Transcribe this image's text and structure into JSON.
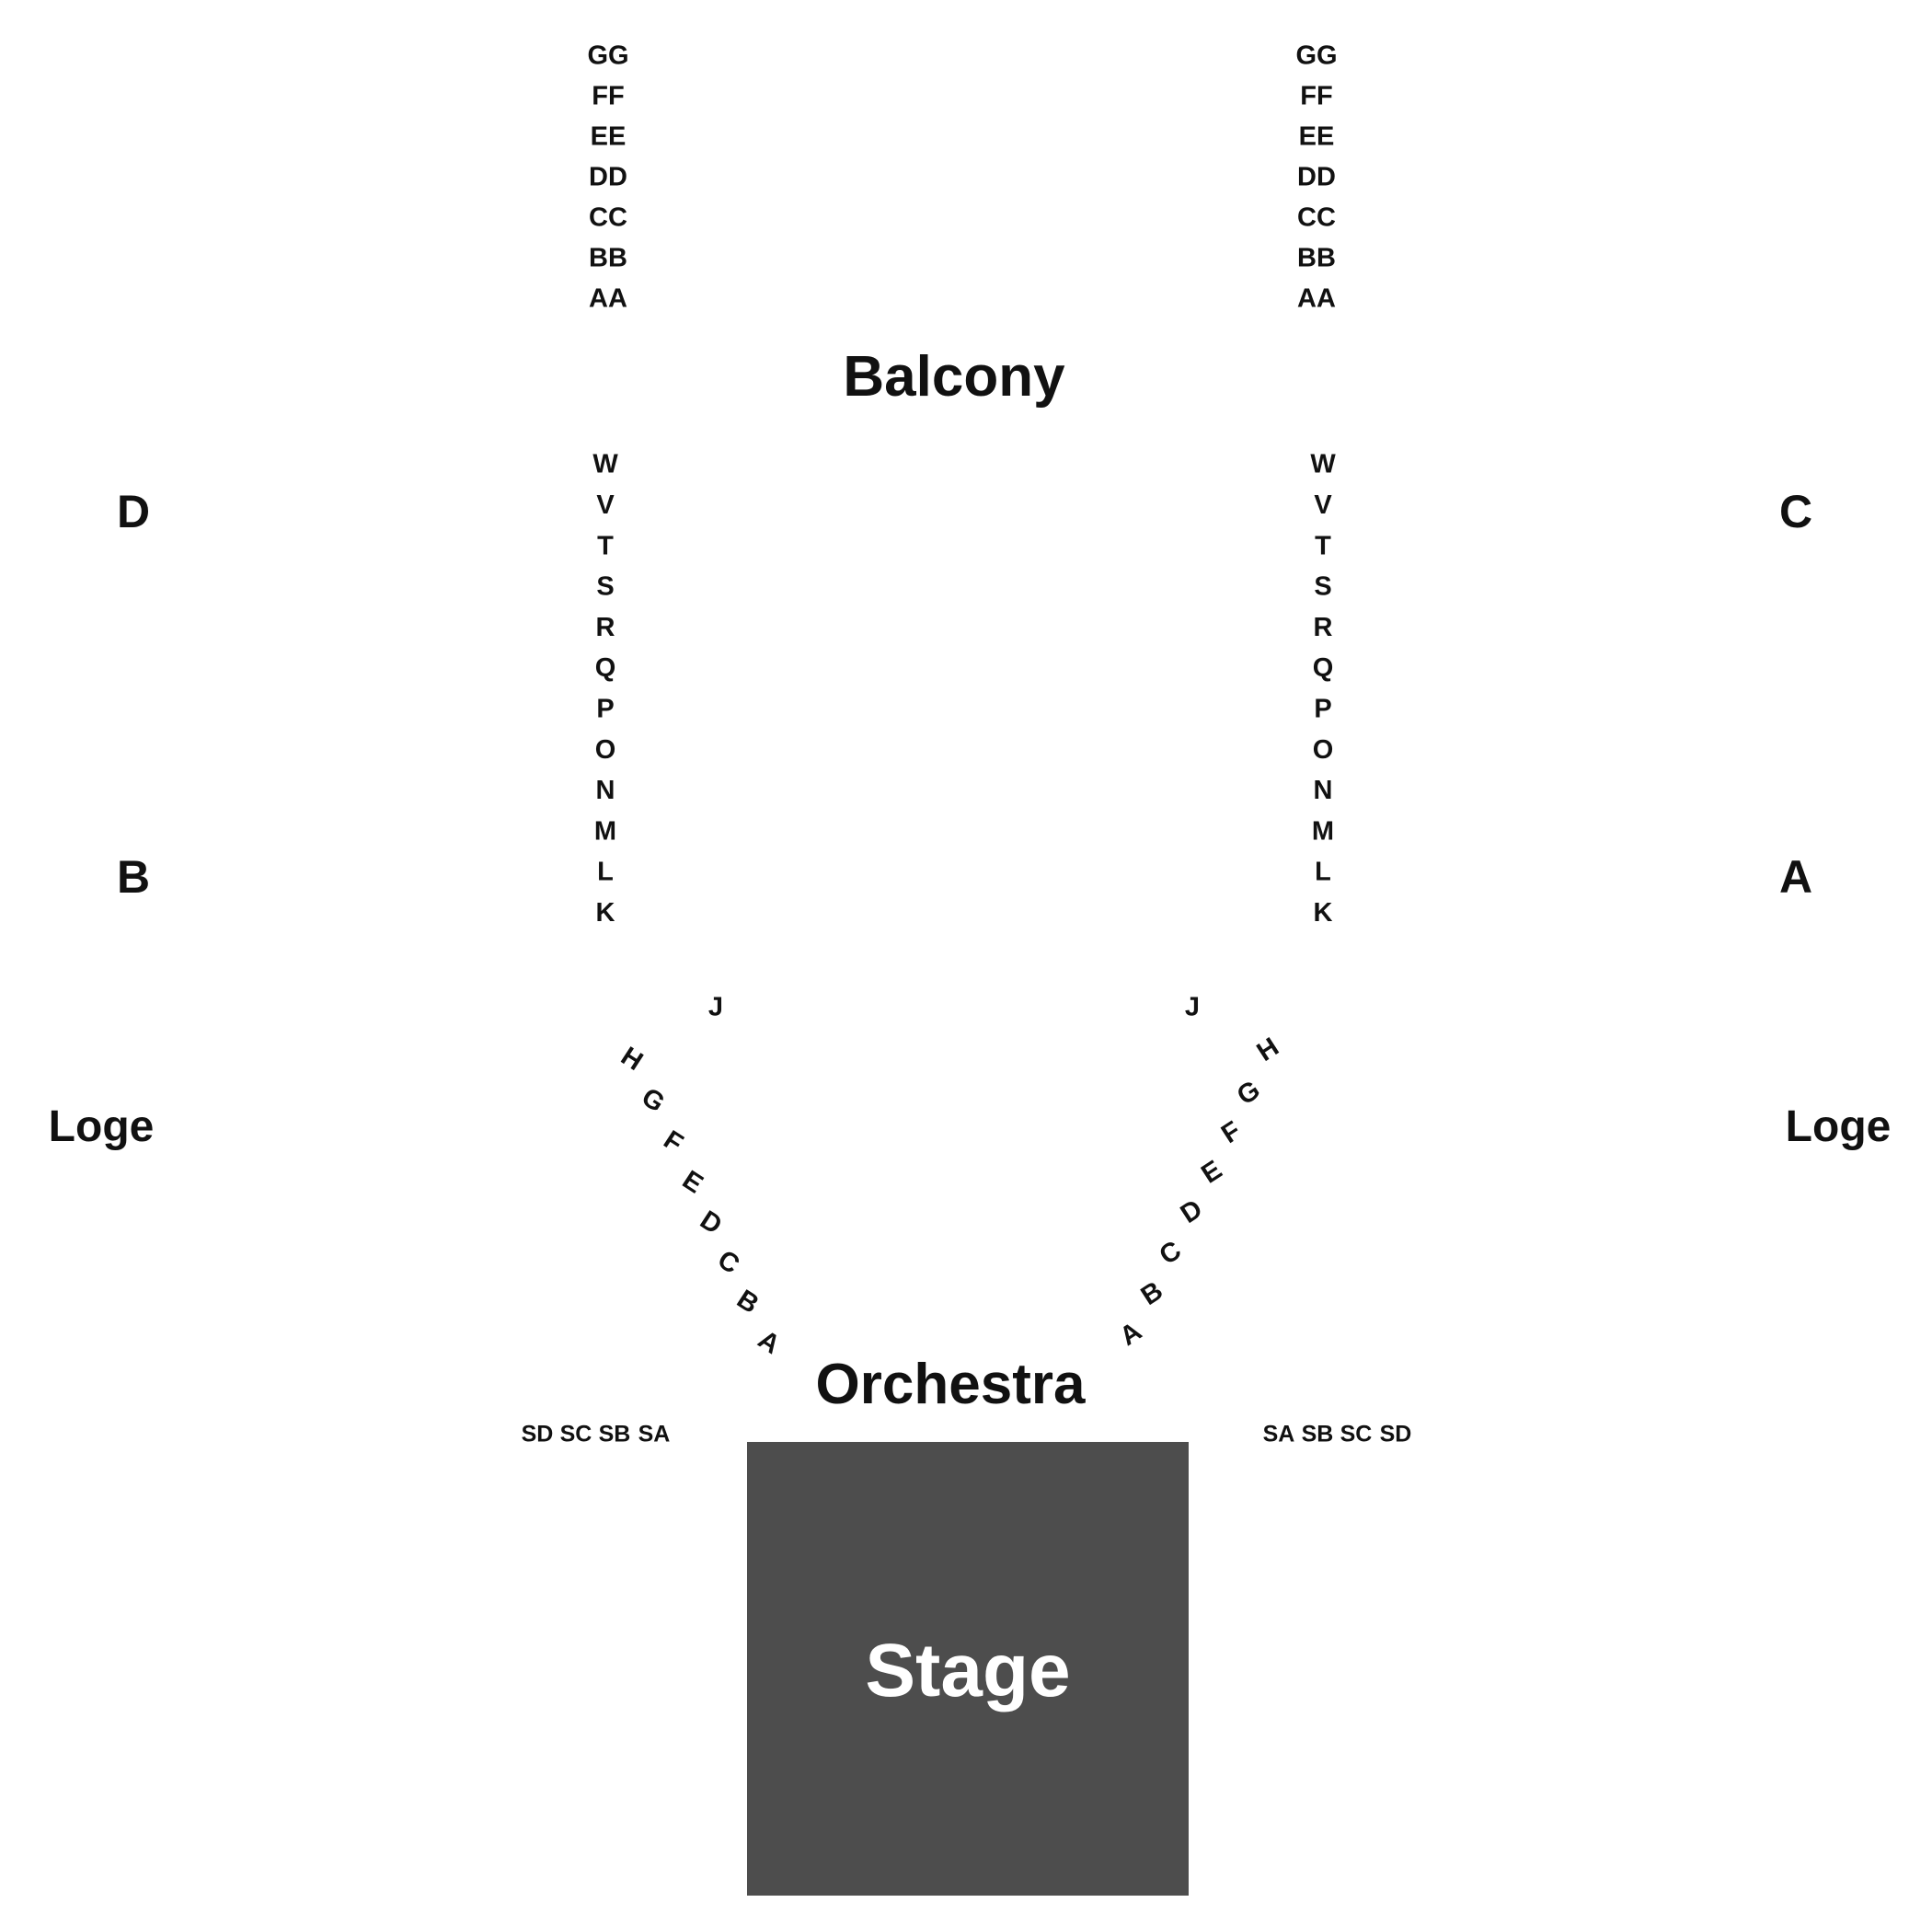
{
  "map": {
    "balcony": {
      "title": "Balcony",
      "rows": [
        "GG",
        "FF",
        "EE",
        "DD",
        "CC",
        "BB",
        "AA"
      ]
    },
    "upper_orchestra": {
      "rows": [
        "W",
        "V",
        "T",
        "S",
        "R",
        "Q",
        "P",
        "O",
        "N",
        "M",
        "L",
        "K"
      ]
    },
    "orchestra": {
      "title": "Orchestra",
      "left_curve_rows": [
        "J",
        "H",
        "G",
        "F",
        "E",
        "D",
        "C",
        "B",
        "A"
      ],
      "right_curve_rows": [
        "J",
        "H",
        "G",
        "F",
        "E",
        "D",
        "C",
        "B",
        "A"
      ]
    },
    "side_rows": {
      "left": [
        "SD",
        "SC",
        "SB",
        "SA"
      ],
      "right": [
        "SA",
        "SB",
        "SC",
        "SD"
      ]
    },
    "boxes": {
      "top_left": "D",
      "top_right": "C",
      "mid_left": "B",
      "mid_right": "A"
    },
    "loge": {
      "left": "Loge",
      "right": "Loge"
    },
    "stage": {
      "label": "Stage",
      "color": "#4d4d4d"
    }
  }
}
